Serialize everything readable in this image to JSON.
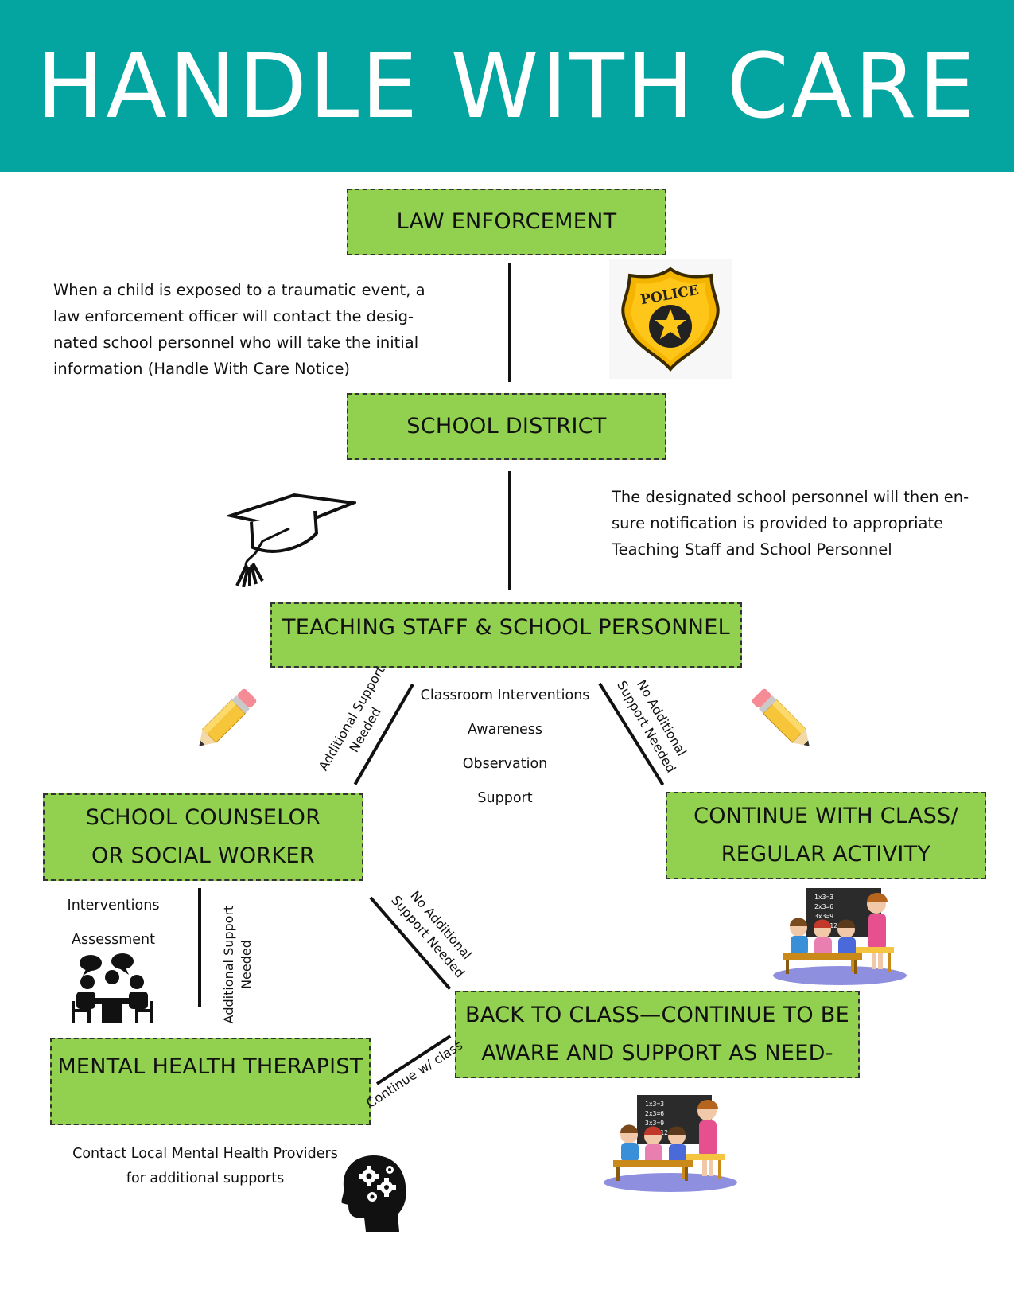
{
  "header": {
    "title": "HANDLE WITH CARE",
    "bg_color": "#04a5a0"
  },
  "colors": {
    "node_fill": "#92d050",
    "line": "#111111"
  },
  "nodes": {
    "law_enforcement": "LAW ENFORCEMENT",
    "school_district": "SCHOOL DISTRICT",
    "teaching_staff": "TEACHING STAFF & SCHOOL PERSONNEL",
    "counselor_line1": "SCHOOL COUNSELOR",
    "counselor_line2": "OR SOCIAL WORKER",
    "continue_line1": "CONTINUE WITH CLASS/",
    "continue_line2": "REGULAR ACTIVITY",
    "back_line1": "BACK TO CLASS—CONTINUE TO BE",
    "back_line2": "AWARE AND SUPPORT AS NEED-",
    "therapist": "MENTAL HEALTH THERAPIST"
  },
  "descriptions": {
    "law_enforcement": [
      "When a child is exposed to a traumatic event, a",
      "law enforcement officer will contact the desig-",
      "nated school personnel who will take the initial",
      "information (Handle With Care Notice)"
    ],
    "school_district": [
      "The designated school personnel will then en-",
      "sure notification is provided to appropriate",
      "Teaching Staff and School Personnel"
    ],
    "classroom": [
      "Classroom Interventions",
      "Awareness",
      "Observation",
      "Support"
    ],
    "counselor": [
      "Interventions",
      "Assessment"
    ],
    "therapist": [
      "Contact Local Mental Health Providers",
      "for additional supports"
    ]
  },
  "edge_labels": {
    "additional_support": [
      "Additional Support",
      "Needed"
    ],
    "no_additional_support": [
      "No Additional",
      "Support Needed"
    ],
    "continue_class": "Continue w/ class"
  },
  "icons": {
    "police_badge": "police-badge-icon",
    "police_badge_text": "POLICE",
    "graduation_cap": "graduation-cap-icon",
    "pencil": "pencil-icon",
    "meeting": "meeting-icon",
    "classroom": "classroom-icon",
    "head_gears": "head-gears-icon"
  }
}
